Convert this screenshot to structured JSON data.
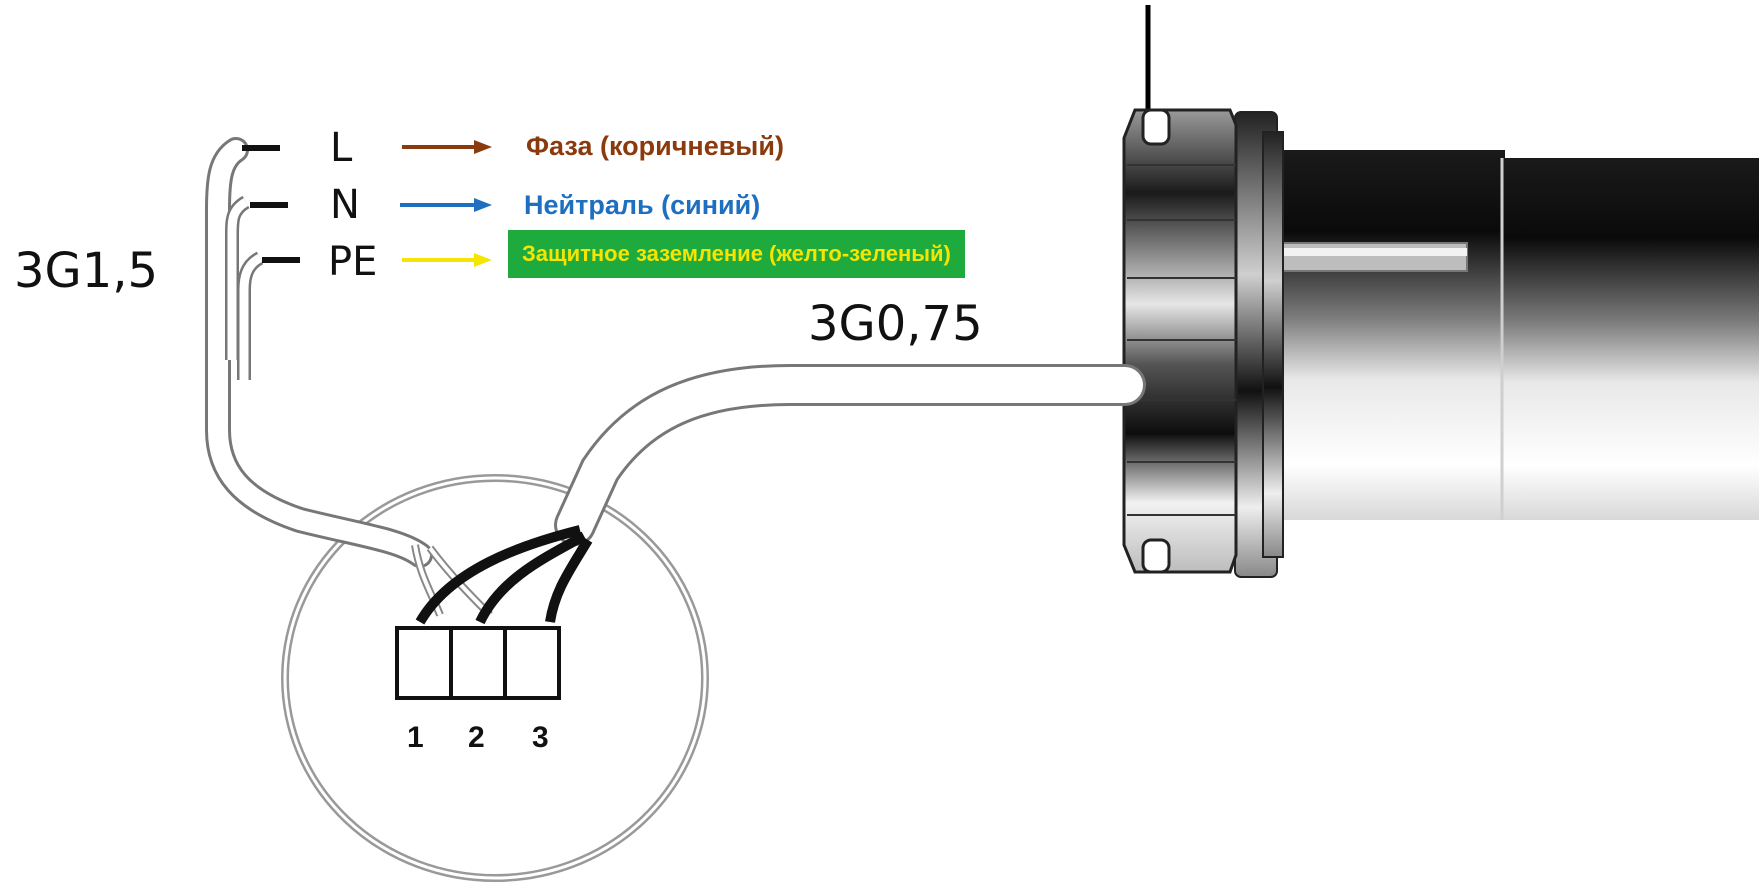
{
  "cables": {
    "supply": "3G1,5",
    "motor": "3G0,75"
  },
  "wires": [
    {
      "code": "L",
      "description": "Фаза (коричневый)",
      "arrow_color": "#8B3A0E",
      "text_color": "#8B3A0E"
    },
    {
      "code": "N",
      "description": "Нейтраль (синий)",
      "arrow_color": "#1E6FBF",
      "text_color": "#1E6FBF"
    },
    {
      "code": "PE",
      "description": "Защитное заземление (желто-зеленый)",
      "arrow_color": "#F5E500",
      "text_color": "#F5E500",
      "box_color": "#1FAA3E"
    }
  ],
  "terminals": [
    "1",
    "2",
    "3"
  ]
}
